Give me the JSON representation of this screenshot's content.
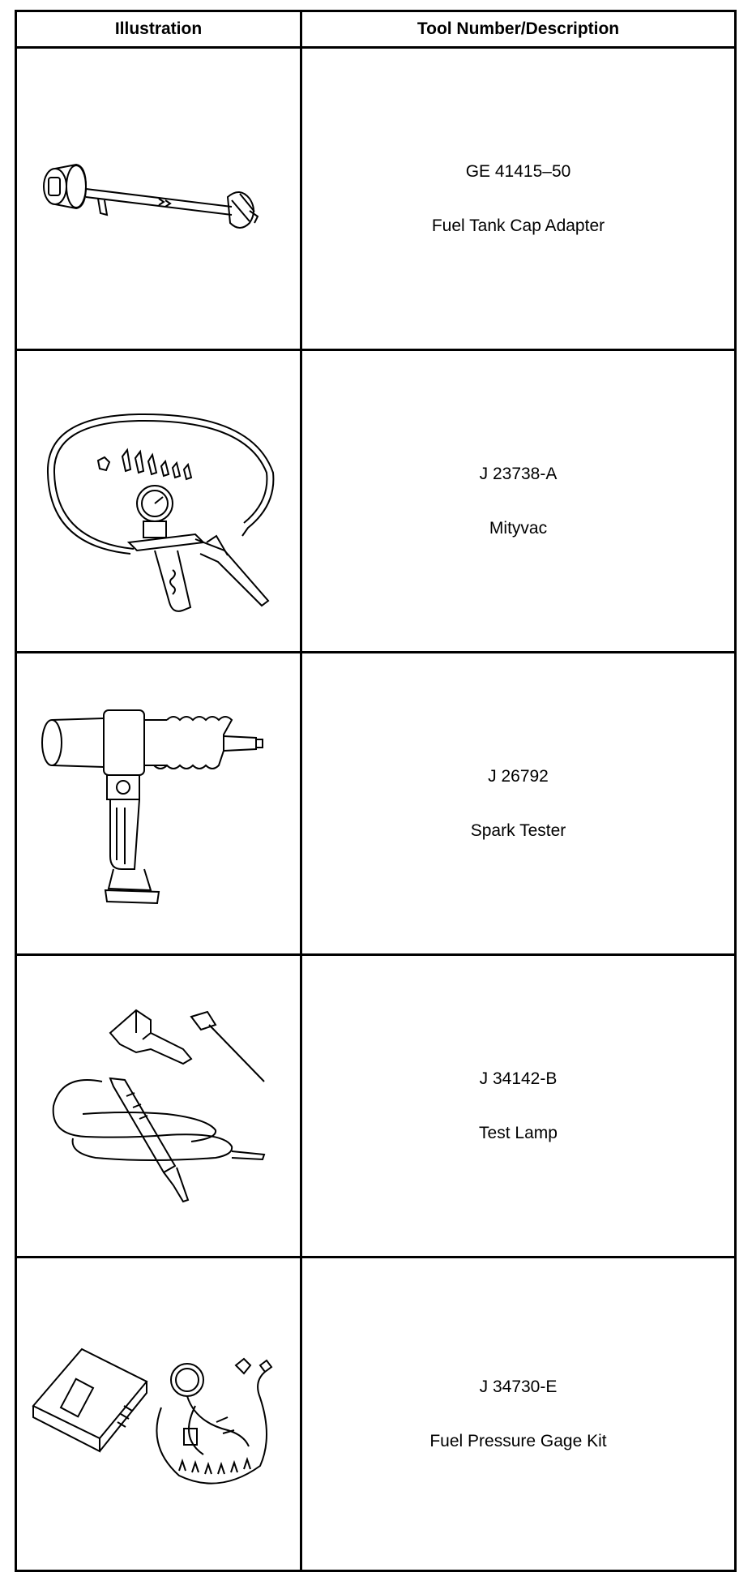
{
  "header": {
    "illustration": "Illustration",
    "description": "Tool Number/Description"
  },
  "tools": [
    {
      "number": "GE 41415–50",
      "name": "Fuel Tank Cap Adapter",
      "icon": "fuel-tank-cap-adapter"
    },
    {
      "number": "J 23738-A",
      "name": "Mityvac",
      "icon": "mityvac-vacuum-pump"
    },
    {
      "number": "J 26792",
      "name": "Spark Tester",
      "icon": "spark-tester"
    },
    {
      "number": "J 34142-B",
      "name": "Test Lamp",
      "icon": "test-lamp"
    },
    {
      "number": "J 34730-E",
      "name": "Fuel Pressure Gage Kit",
      "icon": "fuel-pressure-gage-kit"
    }
  ]
}
